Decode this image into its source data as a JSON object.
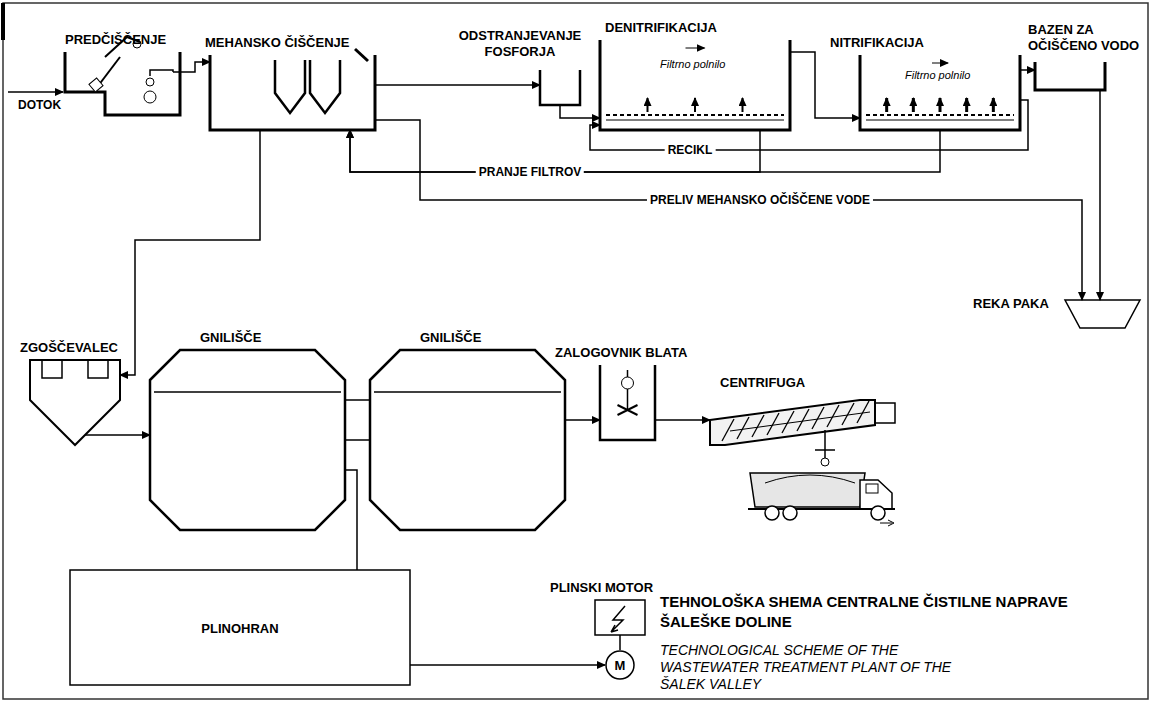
{
  "diagram": {
    "title": "TEHNOLOŠKA SHEMA CENTRALNE ČISTILNE NAPRAVE ŠALEŠKE DOLINE",
    "caption": "TECHNOLOGICAL SCHEME OF THE WASTEWATER TREATMENT PLANT OF THE ŠALEK VALLEY",
    "nodes": [
      {
        "text": [
          "PREDČIŠČENJE"
        ]
      },
      {
        "text": [
          "MEHANSKO ČIŠČENJE"
        ]
      },
      {
        "text": [
          "ODSTRANJEVANJE FOSFORJA"
        ]
      },
      {
        "text": [
          "DENITRIFIKACIJA",
          "Filtrno polnilo"
        ]
      },
      {
        "text": [
          "NITRIFIKACIJA",
          "Filtrno polnilo"
        ]
      },
      {
        "text": [
          "BAZEN ZA OČIŠČENO VODO"
        ]
      },
      {
        "text": [
          "REKA PAKA"
        ]
      },
      {
        "text": [
          "ZGOŠČEVALEC"
        ]
      },
      {
        "text": [
          "GNILIŠČE"
        ]
      },
      {
        "text": [
          "GNILIŠČE"
        ]
      },
      {
        "text": [
          "ZALOGOVNIK BLATA"
        ]
      },
      {
        "text": [
          "CENTRIFUGA"
        ]
      },
      {
        "text": [
          "PLINOHRAN"
        ]
      },
      {
        "text": [
          "PLINSKI MOTOR"
        ]
      },
      {
        "text": [
          "M"
        ]
      }
    ],
    "edges": [
      {
        "from": 0,
        "to": 1,
        "arrow": "to"
      },
      {
        "from": 1,
        "to": 2,
        "arrow": "to"
      },
      {
        "from": 2,
        "to": 3,
        "arrow": "to"
      },
      {
        "from": 3,
        "to": 4,
        "arrow": "to"
      },
      {
        "from": 4,
        "to": 5,
        "arrow": "to"
      },
      {
        "from": 5,
        "to": 6,
        "arrow": "to"
      },
      {
        "from": 1,
        "to": 6,
        "label": "PRELIV MEHANSKO OČIŠČENE VODE",
        "arrow": "to"
      },
      {
        "from": 4,
        "to": 3,
        "label": "RECIKL",
        "arrow": "to"
      },
      {
        "from": 3,
        "to": 1,
        "label": "PRANJE FILTROV",
        "arrow": "to"
      },
      {
        "from": 4,
        "to": 1,
        "arrow": "to"
      },
      {
        "from": 1,
        "to": 7,
        "arrow": "to"
      },
      {
        "from": 7,
        "to": 8,
        "arrow": "to"
      },
      {
        "from": 8,
        "to": 9,
        "arrow": "none"
      },
      {
        "from": 9,
        "to": 10,
        "arrow": "to"
      },
      {
        "from": 10,
        "to": 11,
        "arrow": "to"
      },
      {
        "from": 8,
        "to": 12,
        "arrow": "none"
      },
      {
        "from": 12,
        "to": 14,
        "arrow": "to"
      },
      {
        "from": 13,
        "to": 14,
        "arrow": "none"
      }
    ],
    "labels": [
      "DOTOK"
    ]
  }
}
